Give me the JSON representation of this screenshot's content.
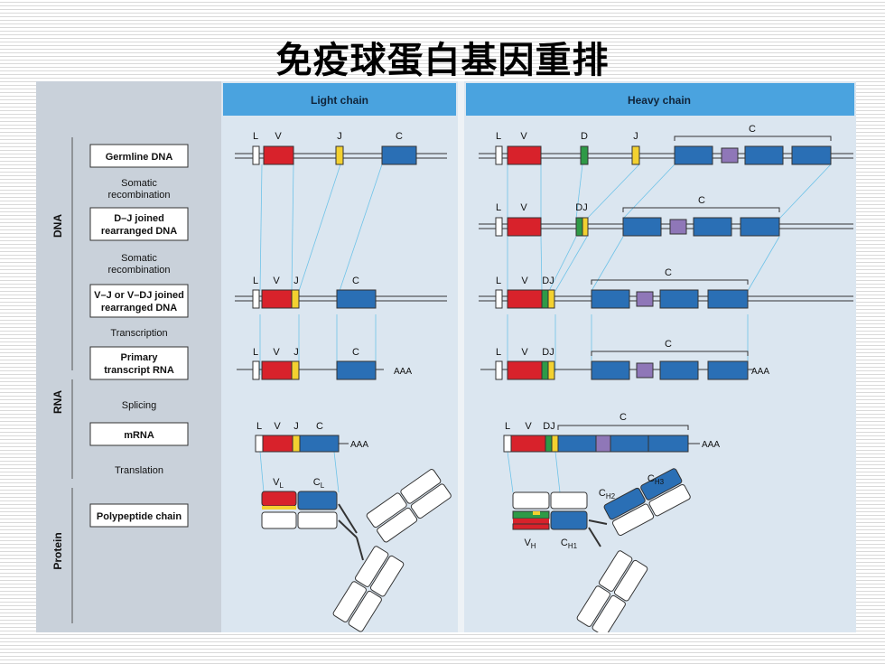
{
  "title": "免疫球蛋白基因重排",
  "headers": {
    "light": "Light chain",
    "heavy": "Heavy chain"
  },
  "side_labels": {
    "dna": "DNA",
    "rna": "RNA",
    "protein": "Protein"
  },
  "stages": {
    "germline": "Germline DNA",
    "dj_line1": "D–J joined",
    "dj_line2": "rearranged DNA",
    "vj_line1": "V–J or V–DJ joined",
    "vj_line2": "rearranged DNA",
    "primary_line1": "Primary",
    "primary_line2": "transcript RNA",
    "mrna": "mRNA",
    "polypeptide": "Polypeptide chain"
  },
  "steps": {
    "somatic1_line1": "Somatic",
    "somatic1_line2": "recombination",
    "somatic2_line1": "Somatic",
    "somatic2_line2": "recombination",
    "transcription": "Transcription",
    "splicing": "Splicing",
    "translation": "Translation"
  },
  "segment_labels": {
    "L": "L",
    "V": "V",
    "J": "J",
    "C": "C",
    "D": "D",
    "DJ": "DJ",
    "AAA": "AAA",
    "VL": "V",
    "CL": "C",
    "L_sub": "L",
    "VH": "V",
    "CH1": "C",
    "CH2": "C",
    "CH3": "C",
    "H_sub": "H",
    "H1_sub": "H1",
    "H2_sub": "H2",
    "H3_sub": "H3"
  },
  "colors": {
    "header_blue": "#4aa3df",
    "panel_bg": "#dbe6f0",
    "left_bg": "#c9d1da",
    "leader": "#ffffff",
    "v": "#d8222b",
    "d": "#2e9a47",
    "j": "#f3d130",
    "c_exon": "#2a6fb5",
    "c_alt": "#8f77b8",
    "guide": "#6fc3e8"
  }
}
